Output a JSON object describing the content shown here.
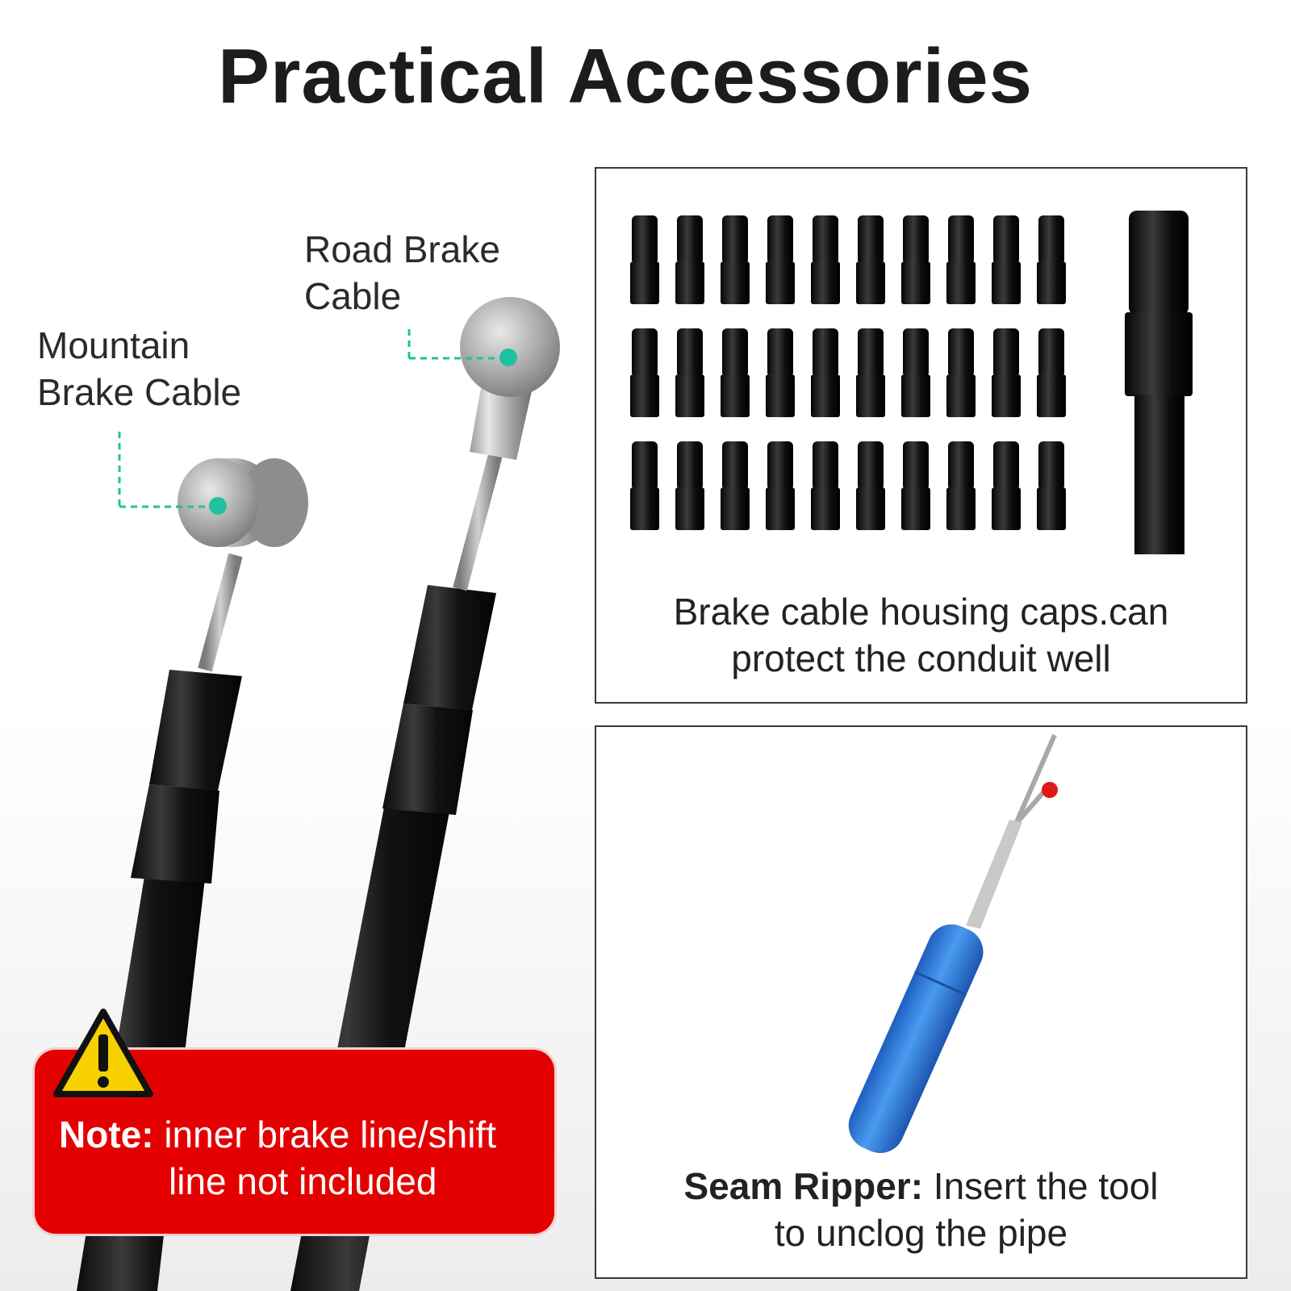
{
  "title": "Practical Accessories",
  "labels": {
    "road_brake_cable": [
      "Road Brake",
      "Cable"
    ],
    "mountain_brake_cable": [
      "Mountain",
      "Brake Cable"
    ]
  },
  "caps_panel": {
    "caption_line1": "Brake cable housing caps.can",
    "caption_line2": "protect the conduit well"
  },
  "ripper_panel": {
    "caption_bold": "Seam Ripper",
    "caption_sep": ":  ",
    "caption_rest": "Insert the tool",
    "caption_line2": "to unclog the pipe"
  },
  "note": {
    "label": "Note:",
    "line1": " inner brake line/shift",
    "line2": "line not included"
  },
  "colors": {
    "accent_teal": "#1fc2a0",
    "note_red": "#e40000",
    "warning_yellow": "#f7d000",
    "ripper_blue": "#2d7fe0"
  },
  "icons": [
    "warning-icon"
  ]
}
